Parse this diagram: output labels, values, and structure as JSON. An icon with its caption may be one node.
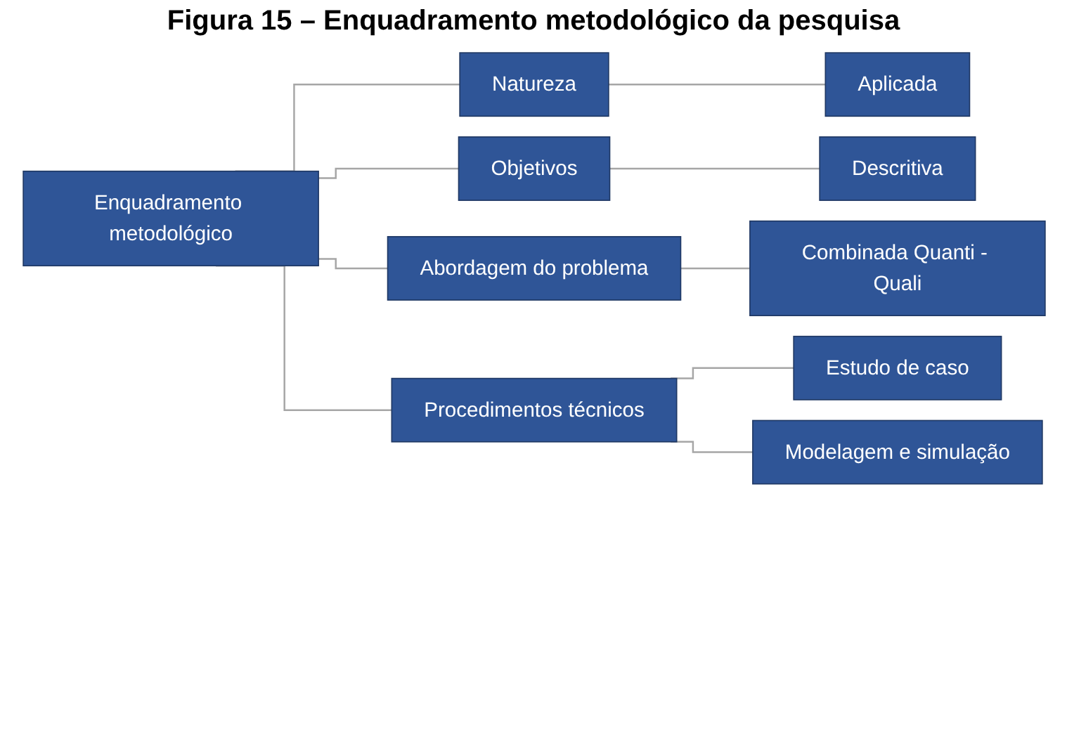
{
  "diagram": {
    "title": "Figura 15 – Enquadramento metodológico da pesquisa",
    "nodes": [
      {
        "text": [
          "Enquadramento metodológico"
        ]
      },
      {
        "text": [
          "Natureza"
        ]
      },
      {
        "text": [
          "Objetivos"
        ]
      },
      {
        "text": [
          "Abordagem do problema"
        ]
      },
      {
        "text": [
          "Procedimentos técnicos"
        ]
      },
      {
        "text": [
          "Aplicada"
        ]
      },
      {
        "text": [
          "Descritiva"
        ]
      },
      {
        "text": [
          "Combinada Quanti - Quali"
        ]
      },
      {
        "text": [
          "Estudo de caso"
        ]
      },
      {
        "text": [
          "Modelagem e simulação"
        ]
      }
    ],
    "edges": [
      {
        "from": 0,
        "to": 1,
        "arrow": "none"
      },
      {
        "from": 0,
        "to": 2,
        "arrow": "none"
      },
      {
        "from": 0,
        "to": 3,
        "arrow": "none"
      },
      {
        "from": 0,
        "to": 4,
        "arrow": "none"
      },
      {
        "from": 1,
        "to": 5,
        "arrow": "none"
      },
      {
        "from": 2,
        "to": 6,
        "arrow": "none"
      },
      {
        "from": 3,
        "to": 7,
        "arrow": "none"
      },
      {
        "from": 4,
        "to": 8,
        "arrow": "none"
      },
      {
        "from": 4,
        "to": 9,
        "arrow": "none"
      }
    ]
  }
}
